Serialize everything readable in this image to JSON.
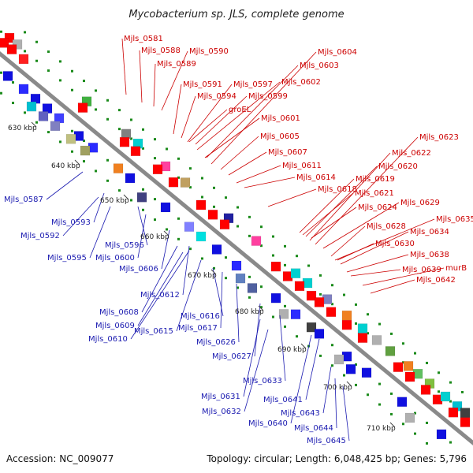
{
  "title": "Mycobacterium sp. JLS, complete genome",
  "footer": {
    "accession": "Accession: NC_009077",
    "summary": "Topology: circular; Length: 6,048,425 bp; Genes: 5,796"
  },
  "ticks": [
    "630 kbp",
    "640 kbp",
    "650 kbp",
    "660 kbp",
    "670 kbp",
    "680 kbp",
    "690 kbp",
    "700 kbp",
    "710 kbp"
  ],
  "red_labels": [
    "Mjls_0581",
    "Mjls_0588",
    "Mjls_0590",
    "Mjls_0589",
    "Mjls_0604",
    "Mjls_0603",
    "Mjls_0591",
    "Mjls_0597",
    "Mjls_0602",
    "Mjls_0594",
    "Mjls_0599",
    "groEL",
    "Mjls_0601",
    "Mjls_0605",
    "Mjls_0607",
    "Mjls_0611",
    "Mjls_0614",
    "Mjls_0618",
    "Mjls_0623",
    "Mjls_0622",
    "Mjls_0620",
    "Mjls_0619",
    "Mjls_0621",
    "Mjls_0624",
    "Mjls_0629",
    "Mjls_0635",
    "Mjls_0628",
    "Mjls_0634",
    "Mjls_0630",
    "Mjls_0638",
    "Mjls_0639",
    "murB",
    "Mjls_0642"
  ],
  "blue_labels": [
    "Mjls_0587",
    "Mjls_0593",
    "Mjls_0592",
    "Mjls_0596",
    "Mjls_0595",
    "Mjls_0600",
    "Mjls_0606",
    "Mjls_0612",
    "Mjls_0608",
    "Mjls_0609",
    "Mjls_0615",
    "Mjls_0610",
    "Mjls_0616",
    "Mjls_0617",
    "Mjls_0626",
    "Mjls_0627",
    "Mjls_0633",
    "Mjls_0631",
    "Mjls_0632",
    "Mjls_0641",
    "Mjls_0640",
    "Mjls_0643",
    "Mjls_0644",
    "Mjls_0645"
  ],
  "colors": {
    "backbone": "#8a8a8a",
    "forward": "#ff0000",
    "reverse": "#1010e0",
    "dots": "#1a8a1a",
    "red_label": "#cc0000",
    "blue_label": "#1a1ab0"
  }
}
